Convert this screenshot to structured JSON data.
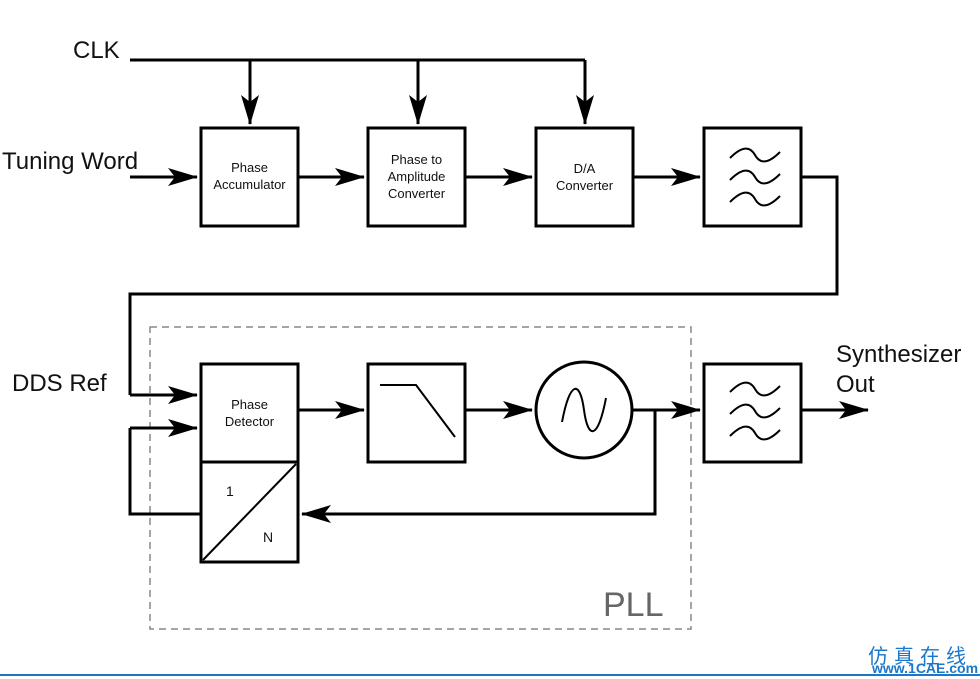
{
  "inputs": {
    "clk": "CLK",
    "tuning_word": "Tuning Word",
    "dds_ref": "DDS Ref"
  },
  "dds_chain": {
    "phase_accumulator": [
      "Phase",
      "Accumulator"
    ],
    "phase_to_amplitude": [
      "Phase to",
      "Amplitude",
      "Converter"
    ],
    "da_converter": [
      "D/A",
      "Converter"
    ]
  },
  "pll": {
    "phase_detector": [
      "Phase",
      "Detector"
    ],
    "divider_top": "1",
    "divider_bottom": "N",
    "label": "PLL"
  },
  "output": [
    "Synthesizer",
    "Out"
  ],
  "watermark": "1CAE.COM",
  "branding": {
    "chinese": "仿真在线",
    "url": "www.1CAE.com"
  },
  "colors": {
    "line": "#000000",
    "dashed_border": "#888888",
    "brand": "#1a77c9"
  }
}
